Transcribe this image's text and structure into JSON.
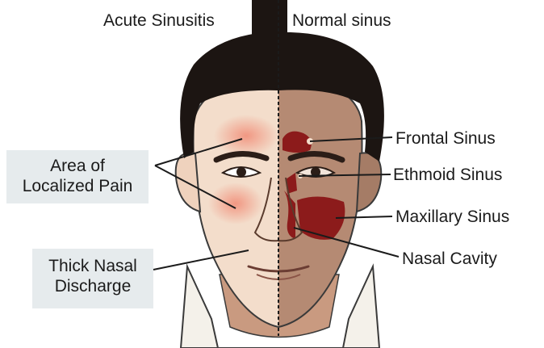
{
  "header": {
    "left": "Acute Sinusitis",
    "right": "Normal sinus"
  },
  "labels_left": {
    "pain_line1": "Area of",
    "pain_line2": "Localized Pain",
    "discharge_line1": "Thick Nasal",
    "discharge_line2": "Discharge"
  },
  "labels_right": {
    "frontal": "Frontal Sinus",
    "ethmoid": "Ethmoid Sinus",
    "maxillary": "Maxillary Sinus",
    "nasal": "Nasal Cavity"
  },
  "colors": {
    "hair": "#1c1512",
    "skin_left": "#f3ddcb",
    "skin_right": "#b58a73",
    "inflammation": "#f0806a",
    "sinus": "#8c1b1b",
    "line": "#1b1b1b",
    "label_panel": "#e6ebed"
  }
}
